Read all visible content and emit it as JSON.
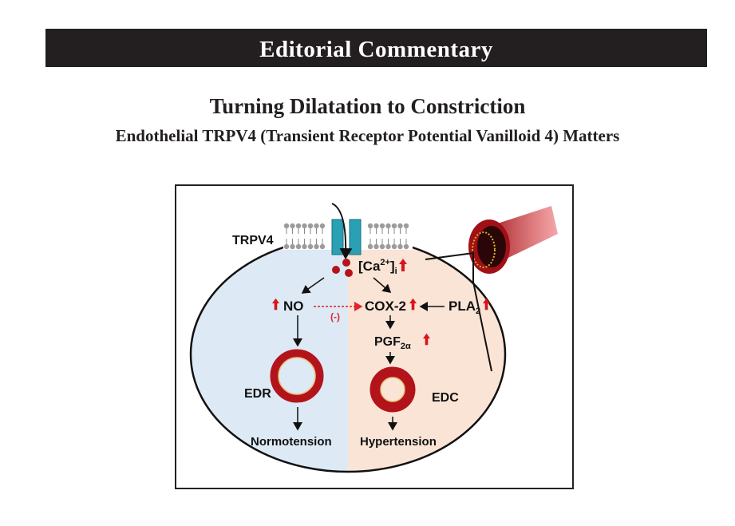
{
  "header": {
    "banner": "Editorial Commentary"
  },
  "article": {
    "title": "Turning Dilatation to Constriction",
    "subtitle": "Endothelial TRPV4 (Transient Receptor Potential Vanilloid 4) Matters"
  },
  "figure": {
    "trpv4": "TRPV4",
    "ca_main": "[Ca",
    "ca_sup": "2+",
    "ca_close": "]",
    "ca_sub": "i",
    "no": "NO",
    "inhibit": "(-)",
    "cox2": "COX-2",
    "pla": "PLA",
    "pla_sub": "2",
    "pgf": "PGF",
    "pgf_sub": "2α",
    "edr": "EDR",
    "edc": "EDC",
    "normotension": "Normotension",
    "hypertension": "Hypertension",
    "colors": {
      "left": "#dde9f5",
      "right": "#f9e4d6",
      "arrow_red": "#d7141a",
      "channel": "#2aa0b4"
    }
  }
}
